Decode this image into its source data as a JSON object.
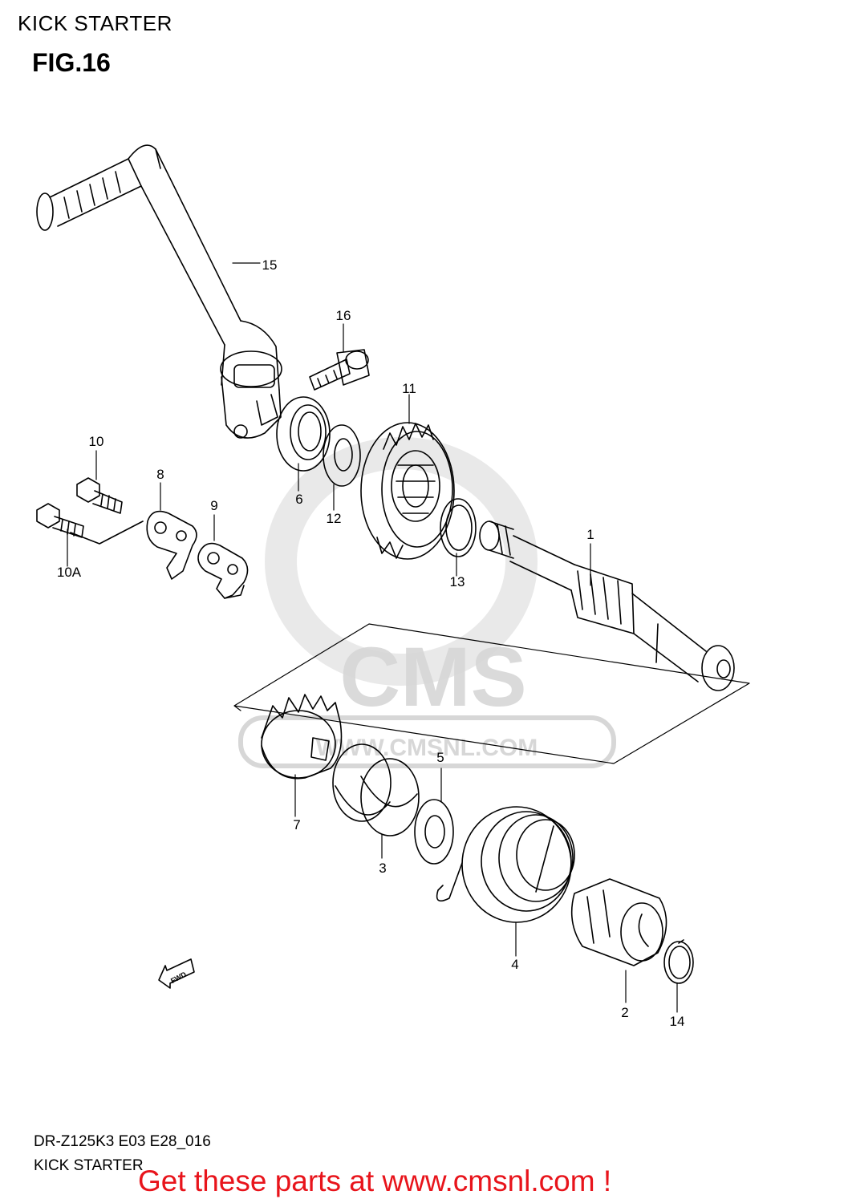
{
  "header": {
    "title": "KICK STARTER",
    "figure": "FIG.16"
  },
  "watermark": {
    "brand": "CMS",
    "site": "WWW.CMSNL.COM"
  },
  "callouts": [
    {
      "id": "1",
      "label": "1"
    },
    {
      "id": "2",
      "label": "2"
    },
    {
      "id": "3",
      "label": "3"
    },
    {
      "id": "4",
      "label": "4"
    },
    {
      "id": "5",
      "label": "5"
    },
    {
      "id": "6",
      "label": "6"
    },
    {
      "id": "7",
      "label": "7"
    },
    {
      "id": "8",
      "label": "8"
    },
    {
      "id": "9",
      "label": "9"
    },
    {
      "id": "10",
      "label": "10"
    },
    {
      "id": "10A",
      "label": "10A"
    },
    {
      "id": "11",
      "label": "11"
    },
    {
      "id": "12",
      "label": "12"
    },
    {
      "id": "13",
      "label": "13"
    },
    {
      "id": "14",
      "label": "14"
    },
    {
      "id": "15",
      "label": "15"
    },
    {
      "id": "16",
      "label": "16"
    }
  ],
  "direction_marker": "FWD",
  "footer": {
    "code": "DR-Z125K3 E03 E28_016",
    "caption": "KICK STARTER",
    "cta": "Get these parts at www.cmsnl.com !"
  },
  "colors": {
    "cta": "#e8141b",
    "watermark": "#d7d7d7",
    "lines": "#000000"
  }
}
